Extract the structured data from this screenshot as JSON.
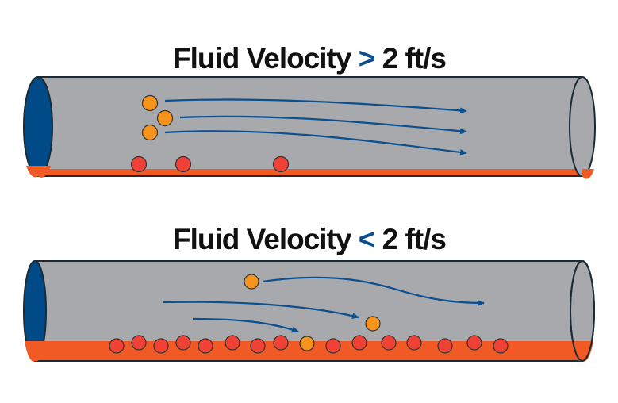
{
  "panels": [
    {
      "title_prefix": "Fluid Velocity ",
      "operator": ">",
      "title_suffix": " 2 ft/s"
    },
    {
      "title_prefix": "Fluid Velocity ",
      "operator": "<",
      "title_suffix": " 2 ft/s"
    }
  ],
  "colors": {
    "pipe": "#a7a9ac",
    "pipe_end": "#004a87",
    "sediment": "#f15a24",
    "arrow": "#0b4f8f",
    "suspended_particle": "#f7941d",
    "settled_particle": "#ef4136",
    "outline": "#1b2a33"
  }
}
